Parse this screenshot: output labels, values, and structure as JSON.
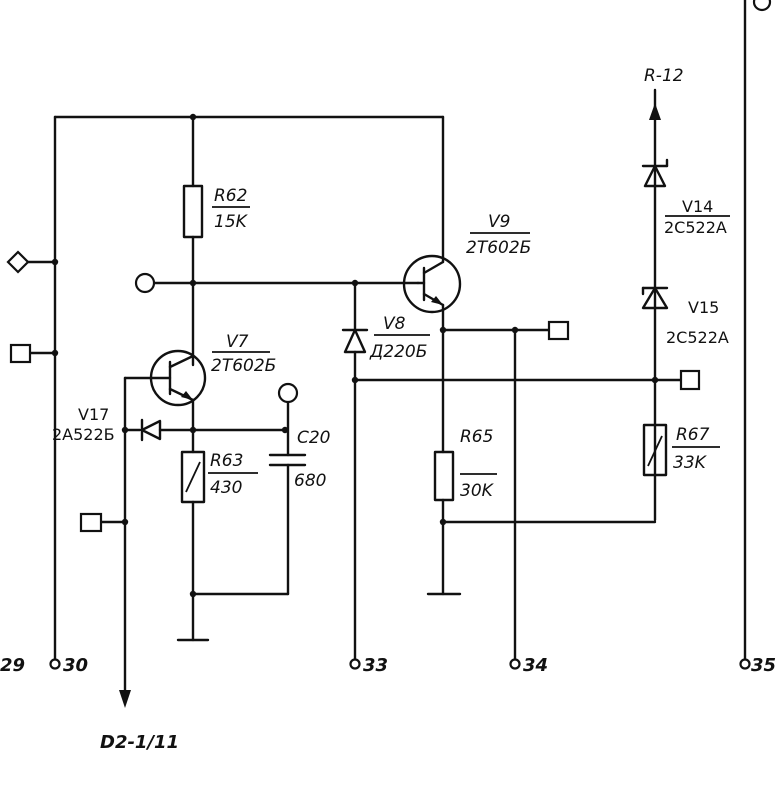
{
  "components": {
    "r62": {
      "ref": "R62",
      "value": "15K"
    },
    "r63": {
      "ref": "R63",
      "value": "430"
    },
    "r65": {
      "ref": "R65",
      "value": "30K"
    },
    "r67": {
      "ref": "R67",
      "value": "33K"
    },
    "c20": {
      "ref": "C20",
      "value": "680"
    },
    "v7": {
      "ref": "V7",
      "part": "2T602Б"
    },
    "v9": {
      "ref": "V9",
      "part": "2T602Б"
    },
    "v8": {
      "ref": "V8",
      "part": "Д220Б"
    },
    "v14": {
      "ref": "V14",
      "part": "2C522A"
    },
    "v15": {
      "ref": "V15",
      "part": "2C522A"
    },
    "v17": {
      "ref": "V17",
      "part": "2A522Б"
    }
  },
  "pins": {
    "p29": "29",
    "p30": "30",
    "p33": "33",
    "p34": "34",
    "p35": "35"
  },
  "nets": {
    "top_arrow": "R-12",
    "bottom_arrow": "D2-1/11"
  }
}
